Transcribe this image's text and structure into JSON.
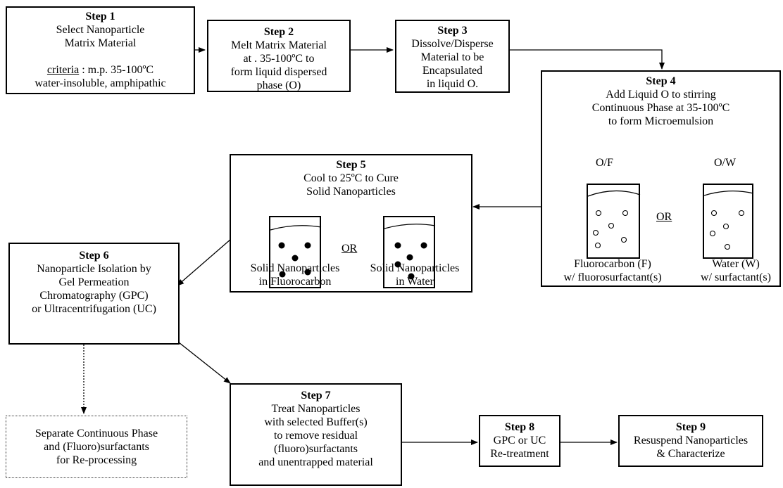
{
  "steps": {
    "s1": {
      "title": "Step 1",
      "lines": [
        "Select Nanoparticle",
        "Matrix Material"
      ],
      "criteria_label": "criteria",
      "criteria_value": " :  m.p. 35-100ºC",
      "criteria_line2": "water-insoluble, amphipathic"
    },
    "s2": {
      "title": "Step 2",
      "lines": [
        "Melt Matrix Material",
        "at . 35-100ºC to",
        "form liquid dispersed",
        "phase (O)"
      ]
    },
    "s3": {
      "title": "Step 3",
      "lines": [
        "Dissolve/Disperse",
        "Material to be",
        "Encapsulated",
        "in liquid O."
      ]
    },
    "s4": {
      "title": "Step 4",
      "lines": [
        "Add Liquid O to stirring",
        "Continuous Phase at  35-100ºC",
        "to form Microemulsion"
      ],
      "left_label": "O/F",
      "right_label": "O/W",
      "or_text": "OR",
      "left_caption": [
        "Fluorocarbon (F)",
        "w/ fluorosurfactant(s)"
      ],
      "right_caption": [
        "Water (W)",
        "w/ surfactant(s)"
      ]
    },
    "s5": {
      "title": "Step 5",
      "lines": [
        "Cool to 25ºC to Cure",
        "Solid Nanoparticles"
      ],
      "or_text": "OR",
      "left_caption": [
        "Solid Nanoparticles",
        "in Fluorocarbon"
      ],
      "right_caption": [
        "Solid Nanoparticles",
        "in Water"
      ]
    },
    "s6": {
      "title": "Step 6",
      "lines": [
        "Nanoparticle Isolation by",
        "Gel Permeation",
        "Chromatography (GPC)",
        "or Ultracentrifugation (UC)"
      ]
    },
    "side": {
      "lines": [
        "Separate Continuous Phase",
        "and (Fluoro)surfactants",
        "for Re-processing"
      ]
    },
    "s7": {
      "title": "Step 7",
      "lines": [
        "Treat Nanoparticles",
        "with selected Buffer(s)",
        "to remove residual",
        "(fluoro)surfactants",
        "and unentrapped material"
      ]
    },
    "s8": {
      "title": "Step 8",
      "lines": [
        "GPC or UC",
        "Re-treatment"
      ]
    },
    "s9": {
      "title": "Step 9",
      "lines": [
        "Resuspend Nanoparticles",
        "& Characterize"
      ]
    }
  }
}
